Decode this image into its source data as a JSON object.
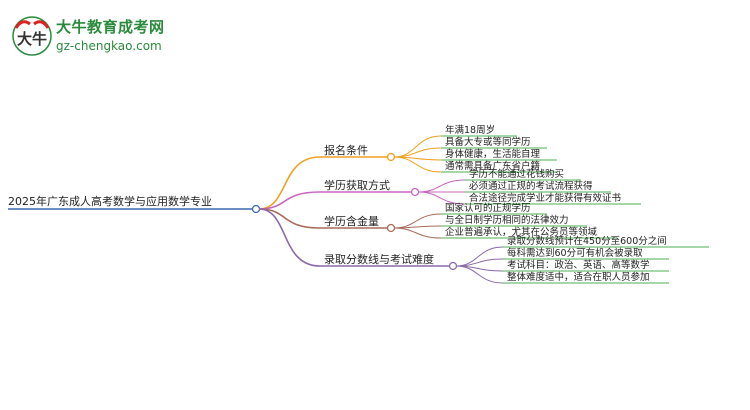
{
  "logo": {
    "title": "大牛教育成考网",
    "url": "gz-chengkao.com",
    "mark_text": "大牛"
  },
  "root": "2025年广东成人高考数学与应用数学专业",
  "branches": [
    {
      "label": "报名条件",
      "color": "#f0a020",
      "children": [
        "年满18周岁",
        "具备大专或等同学历",
        "身体健康，生活能自理",
        "通常需具备广东省户籍"
      ]
    },
    {
      "label": "学历获取方式",
      "color": "#c865c0",
      "children": [
        "学历不能通过花钱购买",
        "必须通过正规的考试流程获得",
        "合法途径完成学业才能获得有效证书"
      ]
    },
    {
      "label": "学历含金量",
      "color": "#a86b5a",
      "children": [
        "国家认可的正规学历",
        "与全日制学历相同的法律效力",
        "企业普遍承认，尤其在公务员等领域"
      ]
    },
    {
      "label": "录取分数线与考试难度",
      "color": "#8a6aa8",
      "children": [
        "录取分数线预计在450分至600分之间",
        "每科需达到60分可有机会被录取",
        "考试科目：政治、英语、高等数学",
        "整体难度适中，适合在职人员参加"
      ]
    }
  ],
  "colors": {
    "root_line": "#3a6ab0",
    "leaf_line": "#4caf50",
    "brand": "#2a8a3c"
  }
}
